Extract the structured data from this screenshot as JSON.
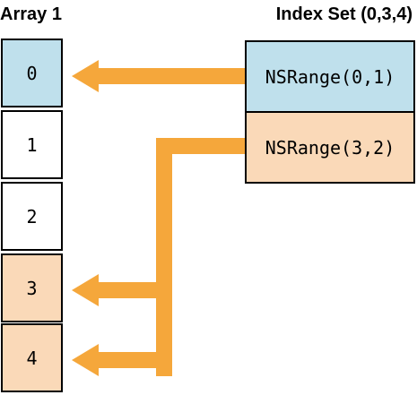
{
  "diagram": {
    "array_title": "Array 1",
    "index_set_title": "Index Set (0,3,4)",
    "array_cells": [
      {
        "label": "0",
        "fill": "#bfe0ec"
      },
      {
        "label": "1",
        "fill": "#ffffff"
      },
      {
        "label": "2",
        "fill": "#ffffff"
      },
      {
        "label": "3",
        "fill": "#fad9b8"
      },
      {
        "label": "4",
        "fill": "#fad9b8"
      }
    ],
    "ranges": [
      {
        "label": "NSRange(0,1)",
        "fill": "#bfe0ec"
      },
      {
        "label": "NSRange(3,2)",
        "fill": "#fad9b8"
      }
    ],
    "arrow_color": "#f5a73b"
  }
}
